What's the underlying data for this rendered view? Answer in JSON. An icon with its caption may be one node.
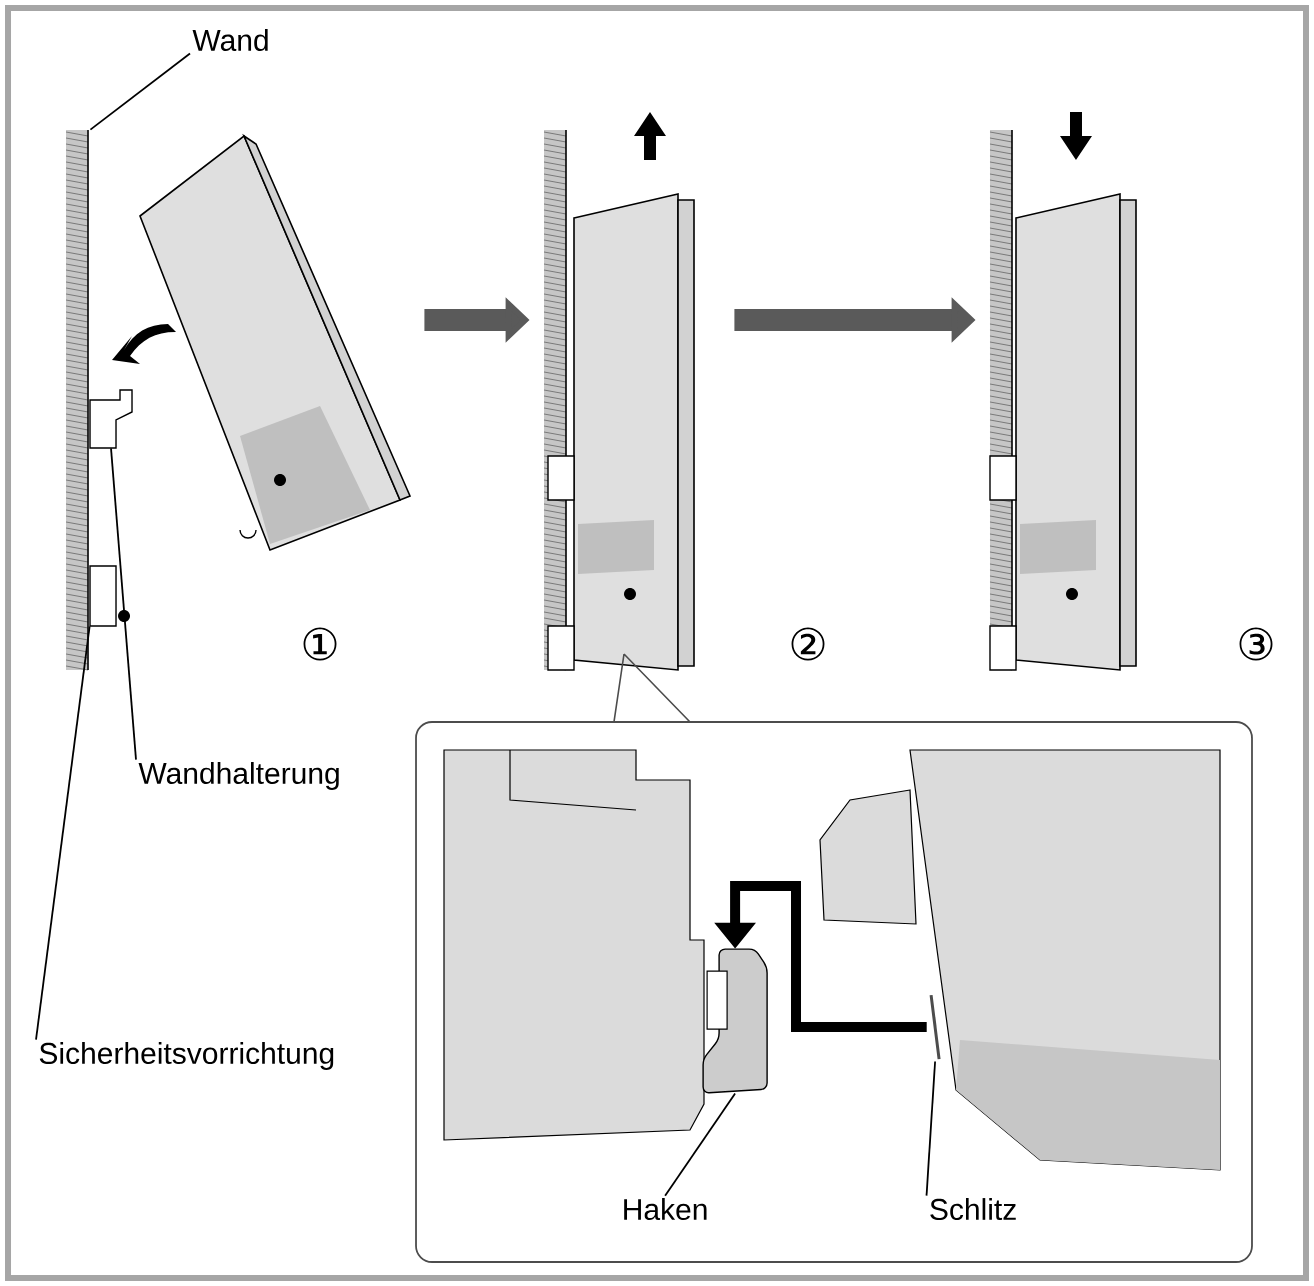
{
  "diagram": {
    "nodes": [
      {
        "text": [
          "Wand"
        ]
      },
      {
        "text": [],
        "shape": "bar"
      },
      {
        "text": [],
        "shape": "picture"
      },
      {
        "text": [],
        "shape": "picture"
      },
      {
        "text": [],
        "shape": "picture"
      },
      {
        "text": [],
        "shape": "box"
      },
      {
        "text": [],
        "shape": "box"
      },
      {
        "text": [
          "Wandhalterung"
        ]
      },
      {
        "text": [
          "Sicherheitsvorrichtung"
        ]
      },
      {
        "text": [],
        "shape": "box"
      },
      {
        "text": [],
        "shape": "box",
        "in": 9
      },
      {
        "text": [],
        "shape": "bar",
        "in": 9
      },
      {
        "text": [
          "Haken"
        ],
        "in": 9
      },
      {
        "text": [
          "Schlitz"
        ],
        "in": 9
      }
    ],
    "edges": [
      {
        "from": 0,
        "to": 1,
        "arrow": "none"
      },
      {
        "from": 2,
        "to": 3,
        "arrow": "to",
        "style": "thick",
        "color": "#5a5a5a"
      },
      {
        "from": 3,
        "to": 4,
        "arrow": "to",
        "style": "thick",
        "color": "#5a5a5a"
      },
      {
        "from": 7,
        "to": 5,
        "arrow": "none"
      },
      {
        "from": 8,
        "to": 6,
        "arrow": "none"
      },
      {
        "from": 12,
        "to": 10,
        "arrow": "none"
      },
      {
        "from": 13,
        "to": 11,
        "arrow": "none"
      },
      {
        "from": 11,
        "to": 10,
        "arrow": "to",
        "style": "thick",
        "color": "#000000"
      }
    ],
    "labels": [
      "①",
      "②",
      "③"
    ]
  }
}
